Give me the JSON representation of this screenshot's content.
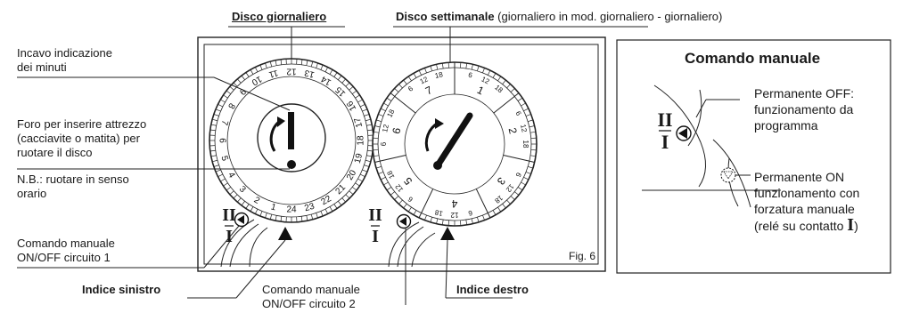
{
  "header": {
    "daily_disc": "Disco giornaliero",
    "weekly_disc": "Disco settimanale",
    "weekly_disc_note": "(giornaliero in mod. giornaliero - giornaliero)"
  },
  "labels": {
    "minutes_notch": "Incavo  indicazione\ndei minuti",
    "tool_hole": "Foro per inserire attrezzo\n(cacciavite o matita) per\nruotare il disco",
    "note": "N.B.: ruotare in senso\norario",
    "manual_cmd_1": "Comando manuale\nON/OFF circuito 1",
    "left_index": "Indice sinistro",
    "manual_cmd_2": "Comando manuale\nON/OFF circuito 2",
    "right_index": "Indice destro",
    "fig": "Fig. 6"
  },
  "panel": {
    "title": "Comando manuale",
    "off_text": "Permanente OFF:\nfunzionamento da\nprogramma",
    "on_text": "Permanente ON\nfunzionamento con\nforzatura manuale\n(relé su contatto ",
    "on_text_end": ")",
    "contact_symbol": "I"
  },
  "switch_marks": {
    "upper": "II",
    "lower": "I"
  },
  "daily_dial": {
    "numbers": [
      "1",
      "2",
      "3",
      "4",
      "5",
      "6",
      "7",
      "8",
      "9",
      "10",
      "11",
      "12",
      "13",
      "14",
      "15",
      "16",
      "17",
      "18",
      "19",
      "20",
      "21",
      "22",
      "23",
      "24"
    ]
  },
  "weekly_dial": {
    "day_numbers": [
      "1",
      "2",
      "3",
      "4",
      "5",
      "6",
      "7"
    ],
    "sub_ticks": [
      "6",
      "12",
      "18"
    ]
  }
}
